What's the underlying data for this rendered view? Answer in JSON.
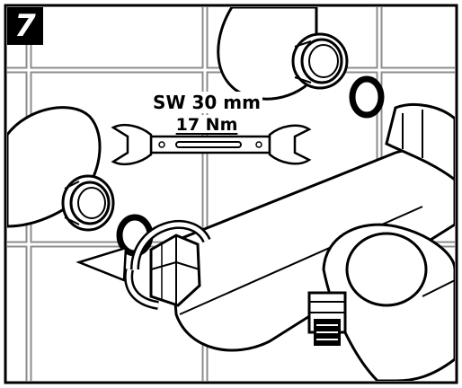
{
  "step": {
    "number": "7"
  },
  "spec": {
    "wrench_size": "SW 30 mm",
    "torque": "17 Nm"
  },
  "icons": {
    "wrench": "open-end-wrench-icon",
    "rotation": "rotation-arrow-icon"
  },
  "colors": {
    "background": "#ffffff",
    "tile_grout": "#8c8c8c",
    "line": "#000000"
  }
}
